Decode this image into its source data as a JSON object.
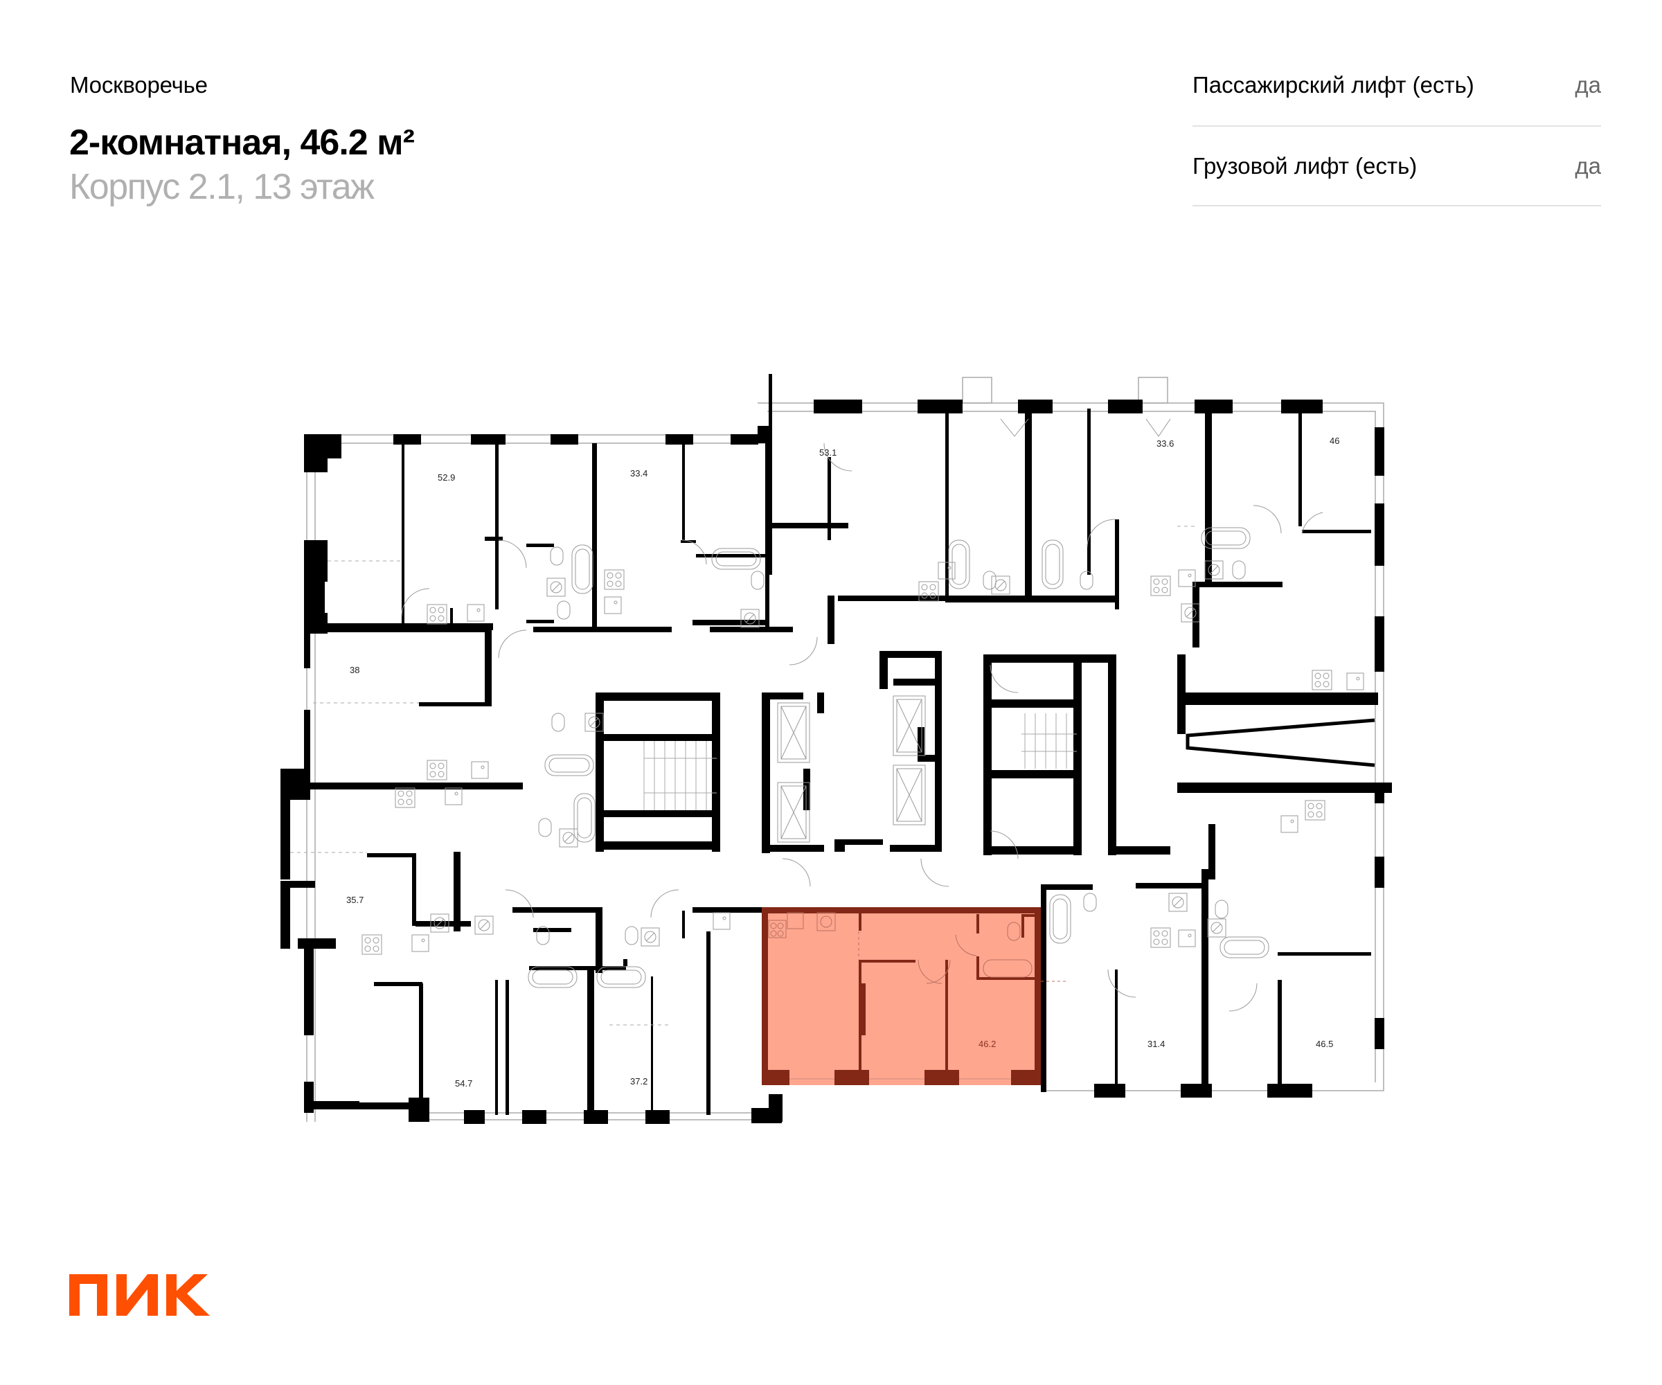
{
  "header": {
    "project_name": "Москворечье",
    "apartment_title": "2-комнатная, 46.2 м²",
    "building_floor": "Корпус 2.1, 13 этаж"
  },
  "properties": [
    {
      "label": "Пассажирский лифт (есть)",
      "value": "да"
    },
    {
      "label": "Грузовой лифт (есть)",
      "value": "да"
    }
  ],
  "floor_plan": {
    "selected_unit": {
      "area": "46.2",
      "rooms": 2
    },
    "unit_areas": [
      "52.9",
      "33.4",
      "53.1",
      "33.6",
      "46",
      "38",
      "35.7",
      "54.7",
      "37.2",
      "46.2",
      "31.4",
      "46.5"
    ],
    "colors": {
      "wall": "#000000",
      "highlight_fill": "#FFA68F",
      "highlight_wall": "#832816",
      "fixture_line": "#9a9a9a"
    }
  },
  "brand": {
    "logo_text": "ПИК",
    "logo_color": "#FF4F00"
  }
}
